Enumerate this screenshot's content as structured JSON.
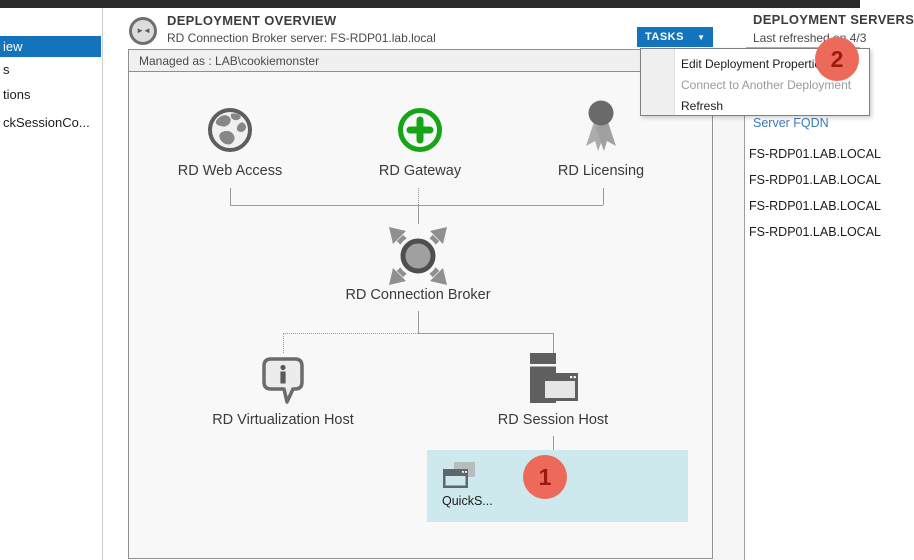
{
  "colors": {
    "accent_blue": "#1374bd",
    "gateway_green": "#17a517",
    "annotation_red": "#ed6a5a",
    "annotation_number_red": "#9a1a0f",
    "collection_highlight": "#cde9ed",
    "link_blue": "#3d7ab8"
  },
  "sidebar": {
    "items": [
      {
        "label": "iew",
        "selected": true
      },
      {
        "label": "s",
        "selected": false
      },
      {
        "label": "tions",
        "selected": false
      },
      {
        "label": "ckSessionCo...",
        "selected": false
      }
    ]
  },
  "overview": {
    "title": "DEPLOYMENT OVERVIEW",
    "subtitle": "RD Connection Broker server: FS-RDP01.lab.local",
    "managed_as": "Managed as : LAB\\cookiemonster",
    "tasks_label": "TASKS",
    "tasks_caret": "▼",
    "header_icon_glyph": "►◄"
  },
  "tasks_menu": {
    "items": [
      {
        "label": "Edit Deployment Properties",
        "enabled": true
      },
      {
        "label": "Connect to Another Deployment",
        "enabled": false
      },
      {
        "label": "Refresh",
        "enabled": true
      }
    ]
  },
  "diagram": {
    "web_access_label": "RD Web Access",
    "gateway_label": "RD Gateway",
    "licensing_label": "RD Licensing",
    "connection_broker_label": "RD Connection Broker",
    "virtualization_host_label": "RD Virtualization Host",
    "session_host_label": "RD Session Host",
    "collection_label": "QuickS..."
  },
  "annotations": {
    "step1": "1",
    "step2": "2"
  },
  "servers_panel": {
    "title": "DEPLOYMENT SERVERS",
    "last_refreshed": "Last refreshed on 4/3",
    "column_header": "Server FQDN",
    "rows": [
      "FS-RDP01.LAB.LOCAL",
      "FS-RDP01.LAB.LOCAL",
      "FS-RDP01.LAB.LOCAL",
      "FS-RDP01.LAB.LOCAL"
    ]
  }
}
